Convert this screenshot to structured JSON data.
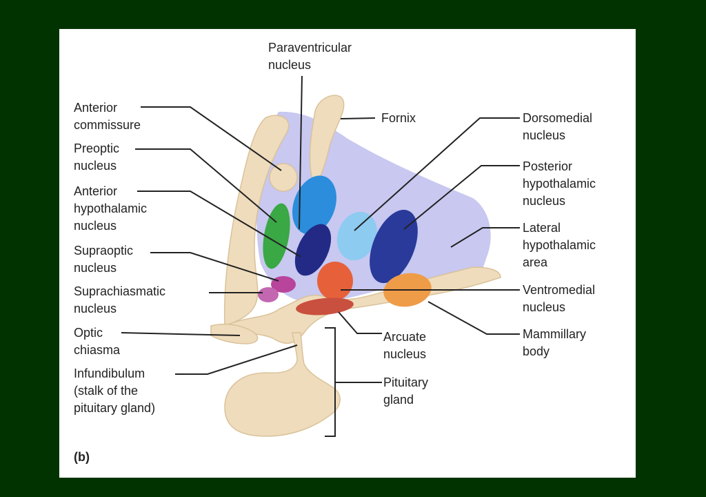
{
  "colors": {
    "background": "#003300",
    "panel": "#ffffff",
    "tissue": "#efdcbc",
    "tissue_edge": "#d9c29a",
    "region": "#c8c8f0",
    "leader": "#222222",
    "paraventricular": "#2b8ddc",
    "dorsomedial": "#8ecbf0",
    "posterior": "#2a3a9a",
    "anterior_hypothalamic": "#232a86",
    "preoptic": "#3aa845",
    "supraoptic": "#b8459b",
    "suprachiasmatic": "#c267b0",
    "ventromedial": "#e6613a",
    "arcuate": "#c9503e",
    "mammillary": "#ef9c48"
  },
  "labels": {
    "paraventricular": "Paraventricular\nnucleus",
    "anterior_commissure": "Anterior\ncommissure",
    "fornix": "Fornix",
    "dorsomedial": "Dorsomedial\nnucleus",
    "preoptic": "Preoptic\nnucleus",
    "posterior": "Posterior\nhypothalamic\nnucleus",
    "anterior_hypothalamic": "Anterior\nhypothalamic\nnucleus",
    "lateral": "Lateral\nhypothalamic\narea",
    "supraoptic": "Supraoptic\nnucleus",
    "suprachiasmatic": "Suprachiasmatic\nnucleus",
    "ventromedial": "Ventromedial\nnucleus",
    "optic_chiasma": "Optic\nchiasma",
    "arcuate": "Arcuate\nnucleus",
    "mammillary": "Mammillary\nbody",
    "infundibulum": "Infundibulum\n(stalk of the\npituitary gland)",
    "pituitary": "Pituitary\ngland",
    "panel_letter": "(b)"
  }
}
